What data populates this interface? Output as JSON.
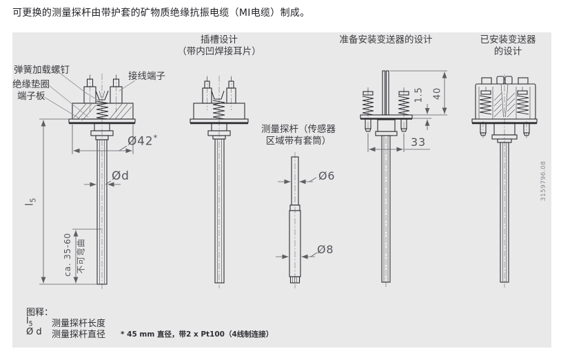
{
  "intro": "可更换的测量探杆由带护套的矿物质绝缘抗振电缆（MI电缆）制成。",
  "doc_number": "3159796.08",
  "headers": {
    "slot_line1": "插槽设计",
    "slot_line2": "（带内凹焊接耳片）",
    "prepared": "准备安装变送器的设计",
    "installed_line1": "已安装变送器",
    "installed_line2": "的设计"
  },
  "part_labels": {
    "spring_loaded_screw": "弹簧加载螺钉",
    "insulation_washer": "绝缘垫圈",
    "terminal_board": "端子板",
    "connection_terminal": "接线端子",
    "probe_label_line1": "测量探杆（传感器",
    "probe_label_line2": "区域带有套筒）"
  },
  "dims": {
    "d42": "Ø42",
    "d42_note": "*",
    "dd": "Ød",
    "l5_base": "l",
    "l5_sub": "5",
    "ca_range": "ca. 35-60",
    "no_bend": "不可弯曲",
    "d6": "Ø6",
    "d8": "Ø8",
    "plate_thickness": "1.5",
    "wire_length": "40",
    "screw_spacing": "33"
  },
  "legend": {
    "title": "图释：",
    "l5_base": "l",
    "l5_sub": "5",
    "l5_text": "测量探杆长度",
    "dd_symbol": "Ø d",
    "dd_text": "测量探杆直径",
    "footnote": "* 45 mm 直径，带2 x Pt100（4线制连接）"
  }
}
